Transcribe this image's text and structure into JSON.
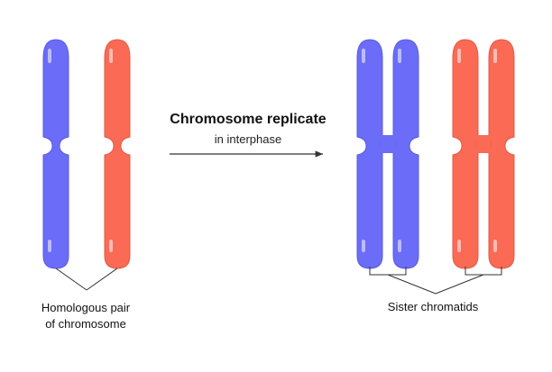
{
  "colors": {
    "blue": "#6b6cf7",
    "red": "#fa6a55",
    "line": "#333333"
  },
  "process": {
    "title": "Chromosome replicate",
    "subtitle": "in interphase"
  },
  "labels": {
    "left_line1": "Homologous pair",
    "left_line2": "of chromosome",
    "right": "Sister chromatids"
  },
  "items": [
    {
      "name": "homologous-chromosome-blue",
      "color": "blue"
    },
    {
      "name": "homologous-chromosome-red",
      "color": "red"
    },
    {
      "name": "replicated-chromosome-blue",
      "color": "blue"
    },
    {
      "name": "replicated-chromosome-red",
      "color": "red"
    }
  ]
}
